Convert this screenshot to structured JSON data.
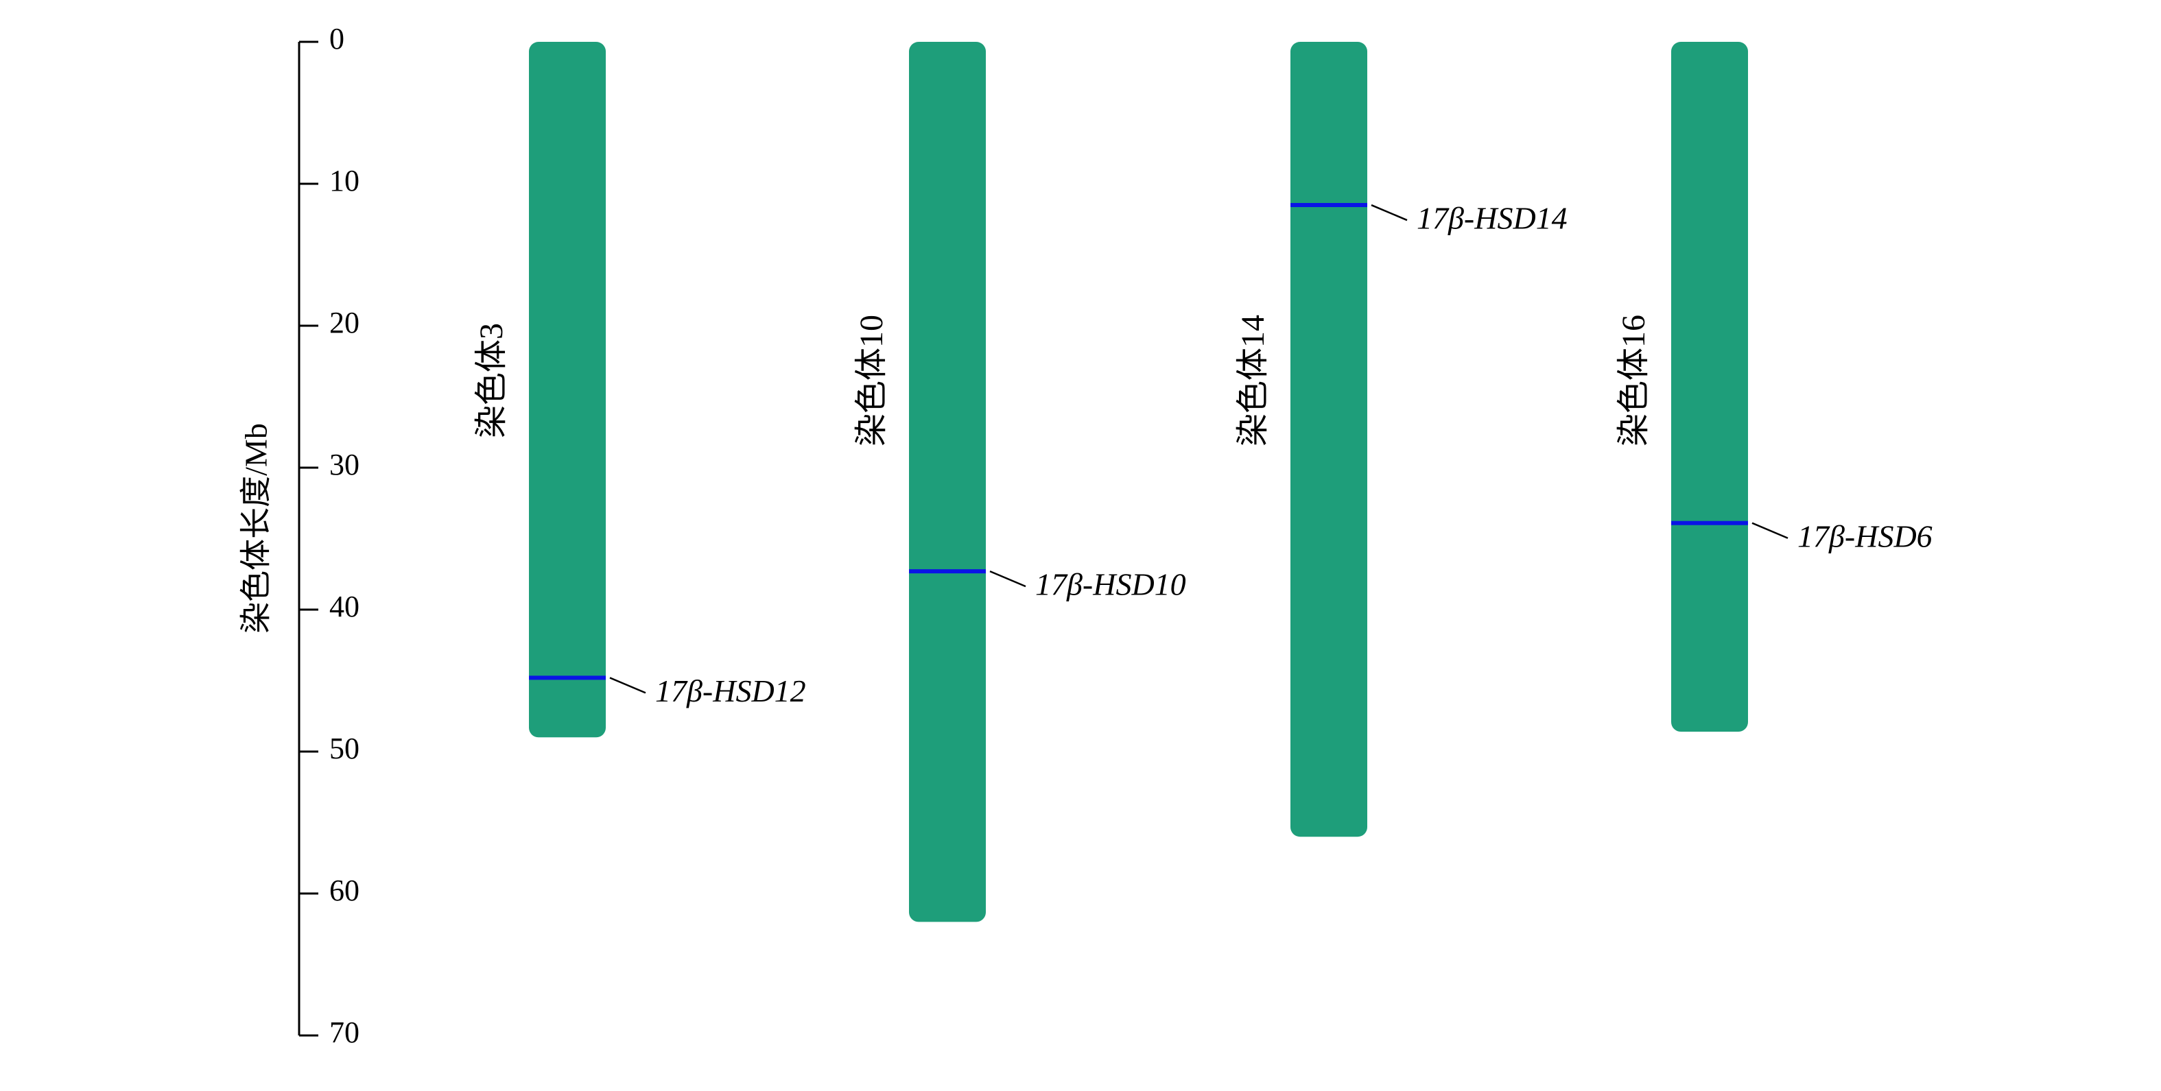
{
  "chart_data": {
    "type": "chromosome-map",
    "ylabel": "染色体长度/Mb",
    "ylim": [
      0,
      70
    ],
    "yticks": [
      "0",
      "10",
      "20",
      "30",
      "40",
      "50",
      "60",
      "70"
    ],
    "colors": {
      "chromosome": "#1e9e7a",
      "marker": "#0a14e6",
      "axis": "#000000"
    },
    "chromosomes": [
      {
        "label": "染色体3",
        "length": 49,
        "genes": [
          {
            "name": "17β-HSD12",
            "position": 44.8
          }
        ]
      },
      {
        "label": "染色体10",
        "length": 62,
        "genes": [
          {
            "name": "17β-HSD10",
            "position": 37.3
          }
        ]
      },
      {
        "label": "染色体14",
        "length": 56,
        "genes": [
          {
            "name": "17β-HSD14",
            "position": 11.5
          }
        ]
      },
      {
        "label": "染色体16",
        "length": 48.6,
        "genes": [
          {
            "name": "17β-HSD6",
            "position": 33.9
          }
        ]
      }
    ]
  }
}
